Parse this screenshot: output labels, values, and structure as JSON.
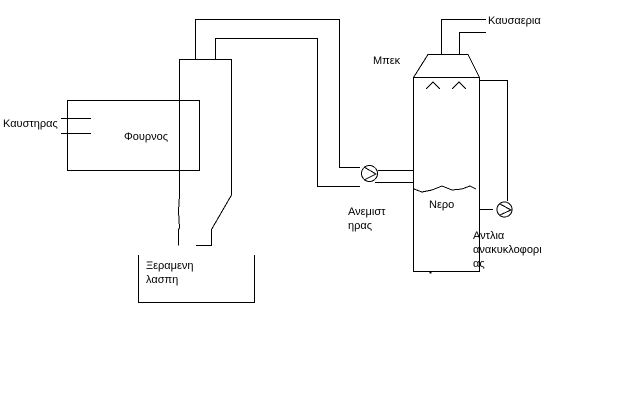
{
  "diagram": {
    "labels": {
      "burner": "Καυστηρας",
      "furnace": "Φουρνος",
      "flue_gas": "Καυσαερια",
      "scrubber": "Μπεκ",
      "fan_line1": "Ανεμιστ",
      "fan_line2": "ηρας",
      "water": "Νερο",
      "pump_line1": "Αντλια",
      "pump_line2": "ανακυκλοφορι",
      "pump_line3": "ας",
      "sludge_line1": "Ξεραμενη",
      "sludge_line2": "λασπη"
    },
    "stroke_color": "#000000",
    "background_color": "#ffffff"
  }
}
